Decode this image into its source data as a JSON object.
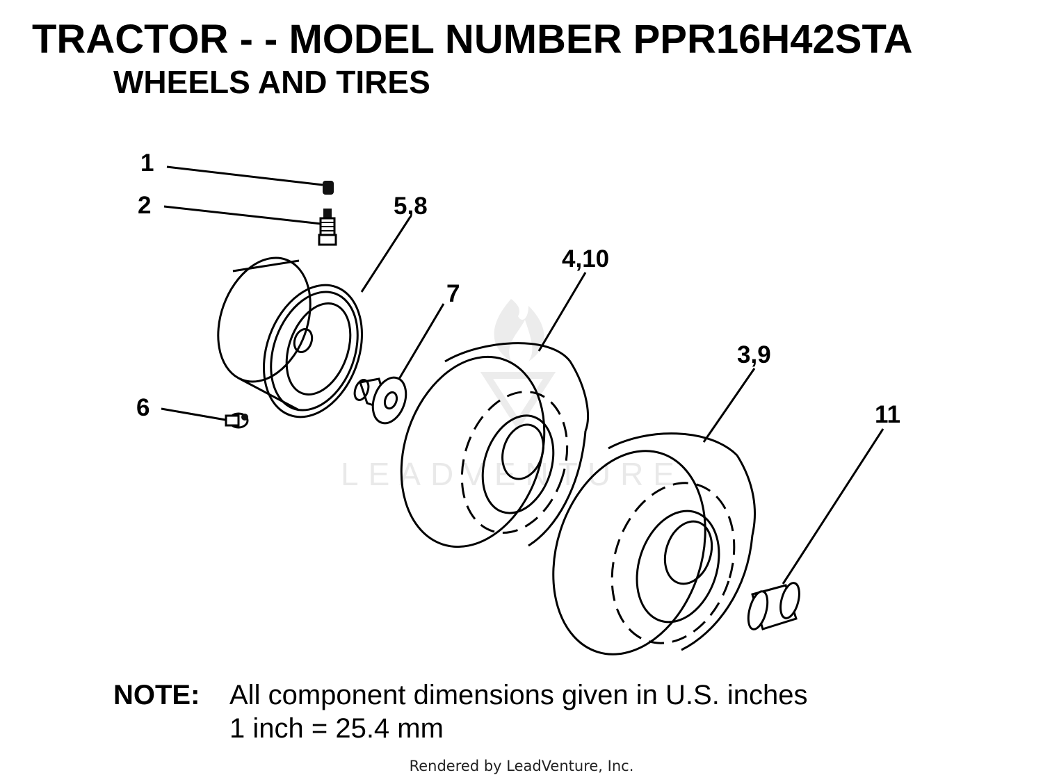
{
  "header": {
    "title": "TRACTOR - - MODEL NUMBER PPR16H42STA",
    "subtitle": "WHEELS AND TIRES"
  },
  "callouts": {
    "c1": "1",
    "c2": "2",
    "c58": "5,8",
    "c410": "4,10",
    "c7": "7",
    "c39": "3,9",
    "c11": "11",
    "c6": "6"
  },
  "watermark": {
    "text": "LEADVENTURE"
  },
  "note": {
    "label": "NOTE:",
    "line1": "All component dimensions given in U.S. inches",
    "line2": "1 inch = 25.4 mm"
  },
  "footer": {
    "text": "Rendered by LeadVenture, Inc."
  }
}
